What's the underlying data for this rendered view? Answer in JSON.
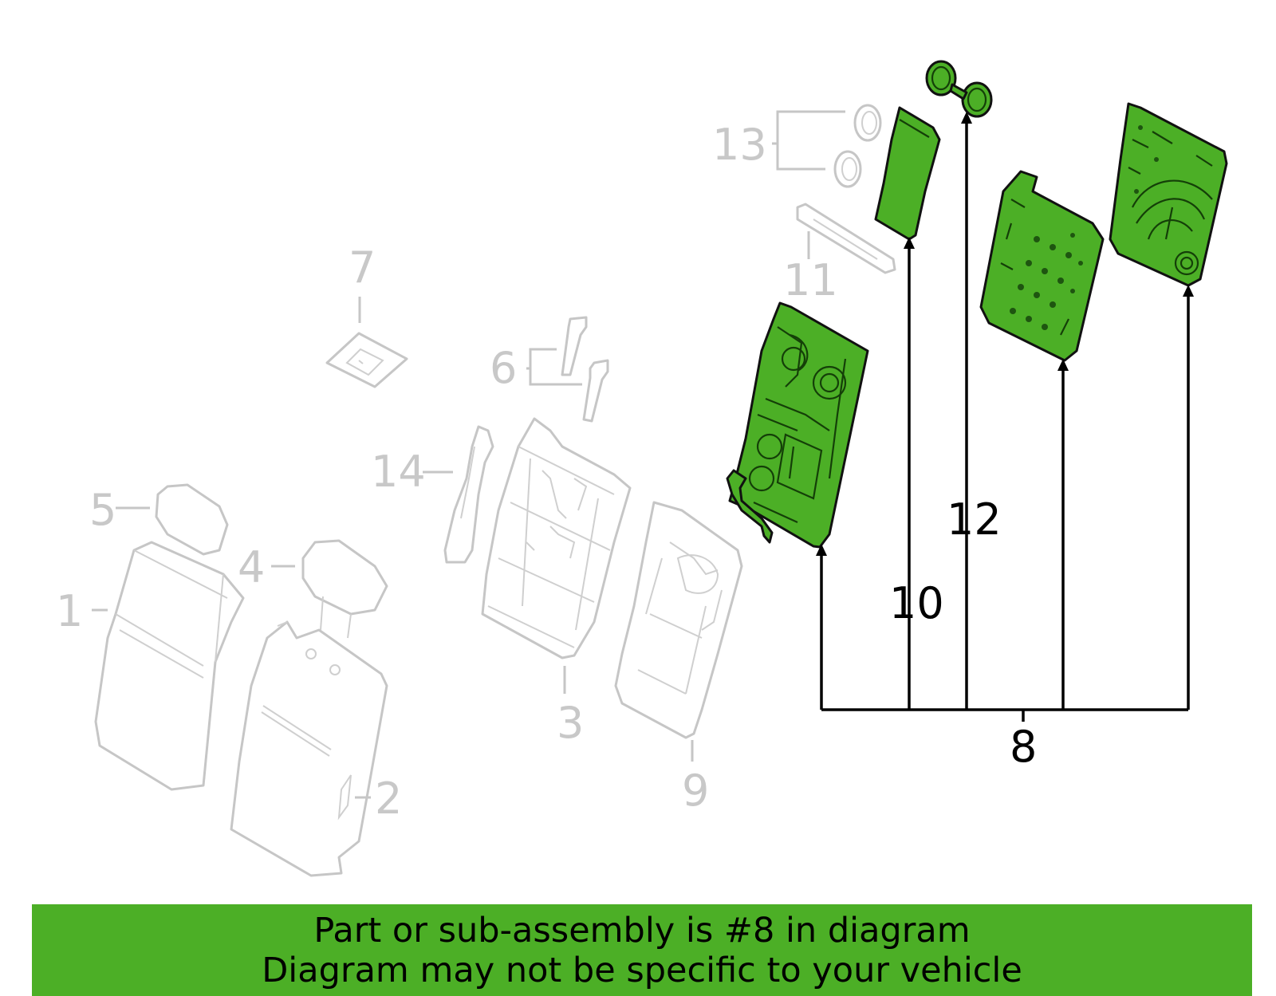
{
  "callouts": [
    {
      "id": "1",
      "text": "1",
      "highlighted": false
    },
    {
      "id": "2",
      "text": "2",
      "highlighted": false
    },
    {
      "id": "3",
      "text": "3",
      "highlighted": false
    },
    {
      "id": "4",
      "text": "4",
      "highlighted": false
    },
    {
      "id": "5",
      "text": "5",
      "highlighted": false
    },
    {
      "id": "6",
      "text": "6",
      "highlighted": false
    },
    {
      "id": "7",
      "text": "7",
      "highlighted": false
    },
    {
      "id": "8",
      "text": "8",
      "highlighted": true
    },
    {
      "id": "9",
      "text": "9",
      "highlighted": false
    },
    {
      "id": "10",
      "text": "10",
      "highlighted": true
    },
    {
      "id": "11",
      "text": "11",
      "highlighted": false
    },
    {
      "id": "12",
      "text": "12",
      "highlighted": true
    },
    {
      "id": "13",
      "text": "13",
      "highlighted": false
    },
    {
      "id": "14",
      "text": "14",
      "highlighted": false
    }
  ],
  "banner": {
    "line1": "Part or sub-assembly is #8 in diagram",
    "line2": "Diagram may not be specific to your vehicle"
  },
  "colors": {
    "highlight": "#4caf26",
    "faded": "#c6c6c6",
    "outline": "#111111",
    "background": "#ffffff"
  }
}
